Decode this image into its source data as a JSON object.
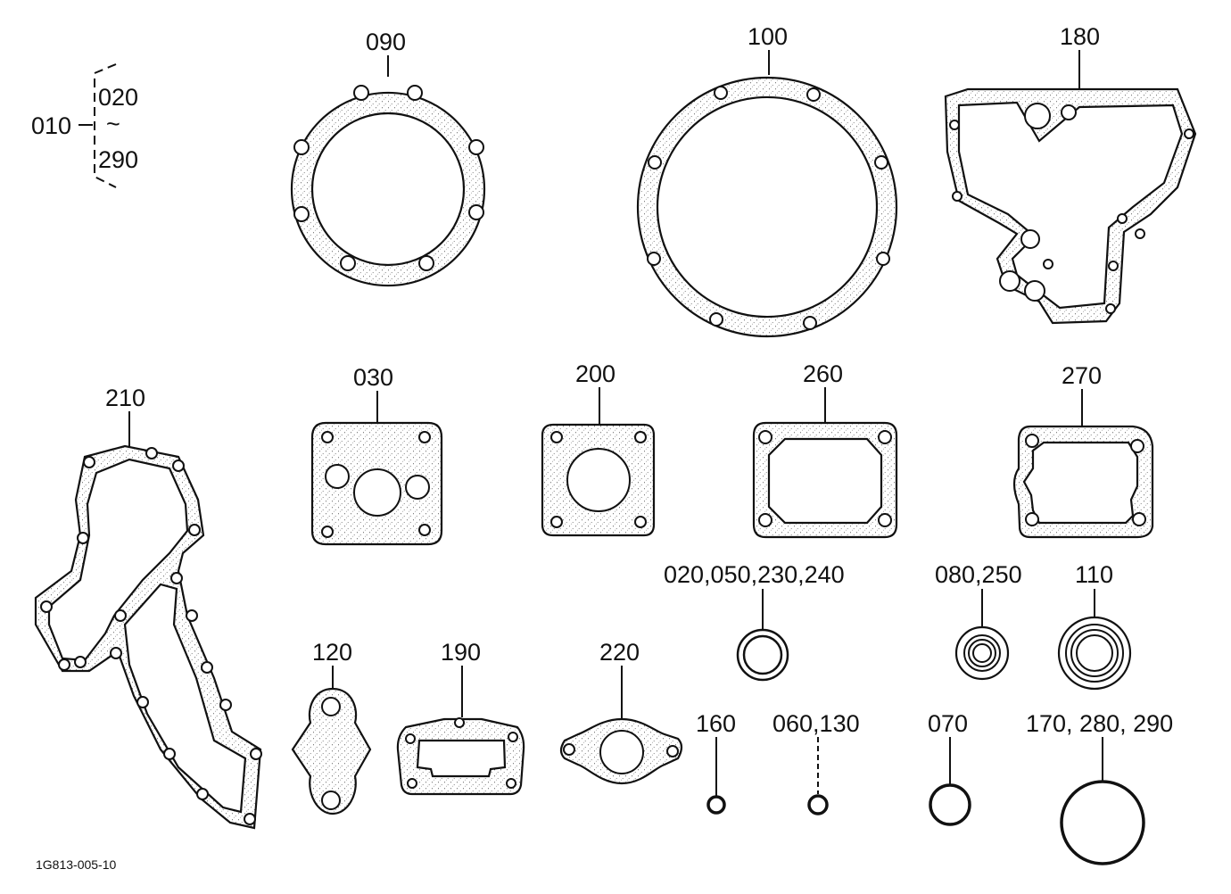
{
  "doc_code": "1G813-005-10",
  "set_label": {
    "main": "010",
    "range_start": "020",
    "range_tilde": "~",
    "range_end": "290"
  },
  "parts": {
    "p090": "090",
    "p100": "100",
    "p180": "180",
    "p210": "210",
    "p030": "030",
    "p200": "200",
    "p260": "260",
    "p270": "270",
    "p020_050_230_240": "020,050,230,240",
    "p080_250": "080,250",
    "p110": "110",
    "p120": "120",
    "p190": "190",
    "p220": "220",
    "p160": "160",
    "p060_130": "060,130",
    "p070": "070",
    "p170_280_290": "170, 280, 290"
  }
}
